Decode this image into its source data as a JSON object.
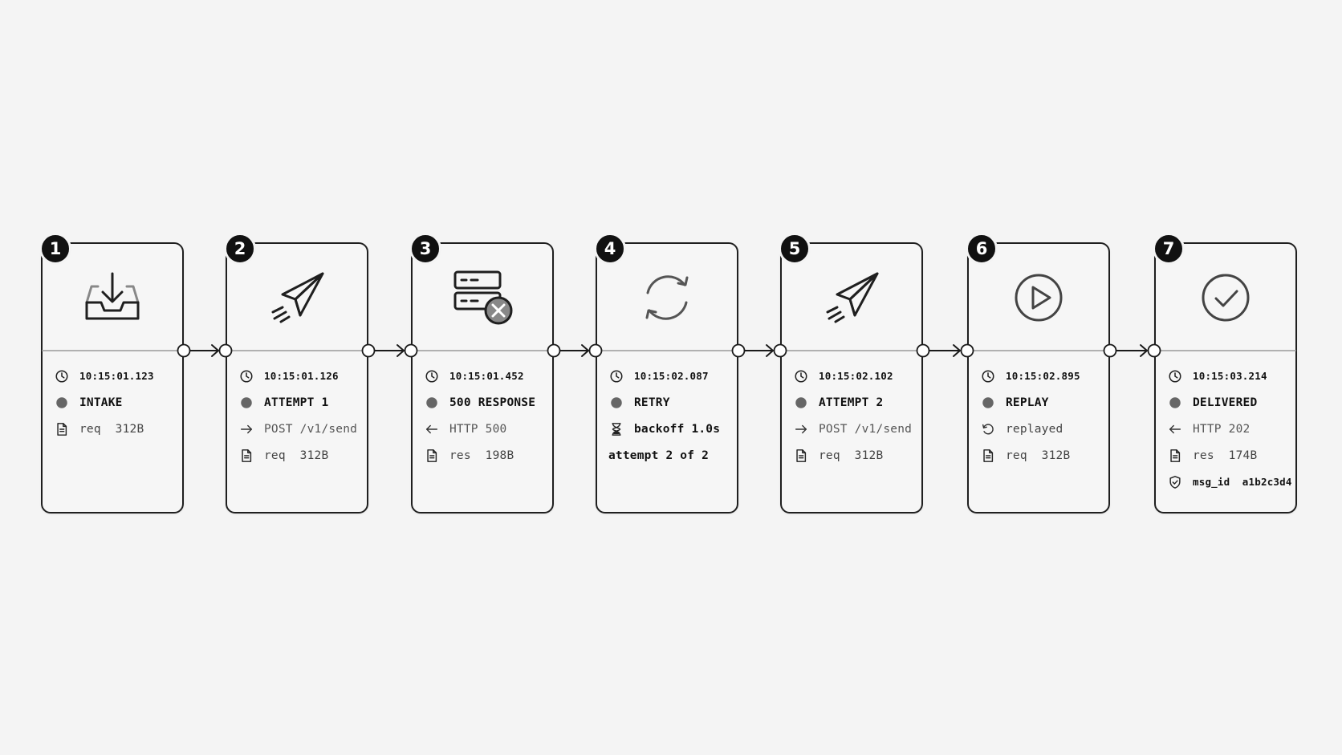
{
  "steps": [
    {
      "number": "1",
      "icon": "inbox-download-icon",
      "rows": [
        {
          "icon": "clock-icon",
          "text": "10:15:01.123",
          "style": "small"
        },
        {
          "icon": "status-dot-icon",
          "text": "INTAKE",
          "style": "label"
        },
        {
          "icon": "document-icon",
          "text": "req  312B",
          "style": "plain"
        }
      ]
    },
    {
      "number": "2",
      "icon": "paper-plane-icon",
      "rows": [
        {
          "icon": "clock-icon",
          "text": "10:15:01.126",
          "style": "small"
        },
        {
          "icon": "status-dot-icon",
          "text": "ATTEMPT 1",
          "style": "label"
        },
        {
          "icon": "arrow-right-icon",
          "text": "POST /v1/send",
          "style": "gray"
        },
        {
          "icon": "document-icon",
          "text": "req  312B",
          "style": "plain"
        }
      ]
    },
    {
      "number": "3",
      "icon": "server-error-icon",
      "rows": [
        {
          "icon": "clock-icon",
          "text": "10:15:01.452",
          "style": "small"
        },
        {
          "icon": "status-dot-icon",
          "text": "500 RESPONSE",
          "style": "label"
        },
        {
          "icon": "arrow-left-icon",
          "text": "HTTP 500",
          "style": "gray"
        },
        {
          "icon": "document-icon",
          "text": "res  198B",
          "style": "plain"
        }
      ]
    },
    {
      "number": "4",
      "icon": "refresh-icon",
      "rows": [
        {
          "icon": "clock-icon",
          "text": "10:15:02.087",
          "style": "small"
        },
        {
          "icon": "status-dot-icon",
          "text": "RETRY",
          "style": "label"
        },
        {
          "icon": "hourglass-icon",
          "text": "backoff 1.0s",
          "style": "strong"
        },
        {
          "icon": "",
          "text": "attempt 2 of 2",
          "style": "strong"
        }
      ]
    },
    {
      "number": "5",
      "icon": "paper-plane-icon",
      "rows": [
        {
          "icon": "clock-icon",
          "text": "10:15:02.102",
          "style": "small"
        },
        {
          "icon": "status-dot-icon",
          "text": "ATTEMPT 2",
          "style": "label"
        },
        {
          "icon": "arrow-right-icon",
          "text": "POST /v1/send",
          "style": "gray"
        },
        {
          "icon": "document-icon",
          "text": "req  312B",
          "style": "plain"
        }
      ]
    },
    {
      "number": "6",
      "icon": "play-circle-icon",
      "rows": [
        {
          "icon": "clock-icon",
          "text": "10:15:02.895",
          "style": "small"
        },
        {
          "icon": "status-dot-icon",
          "text": "REPLAY",
          "style": "label"
        },
        {
          "icon": "replay-icon",
          "text": "replayed",
          "style": "plain"
        },
        {
          "icon": "document-icon",
          "text": "req  312B",
          "style": "plain"
        }
      ]
    },
    {
      "number": "7",
      "icon": "check-circle-icon",
      "rows": [
        {
          "icon": "clock-icon",
          "text": "10:15:03.214",
          "style": "small"
        },
        {
          "icon": "status-dot-icon",
          "text": "DELIVERED",
          "style": "label"
        },
        {
          "icon": "arrow-left-icon",
          "text": "HTTP 202",
          "style": "gray"
        },
        {
          "icon": "document-icon",
          "text": "res  174B",
          "style": "plain"
        },
        {
          "icon": "shield-check-icon",
          "text": "msg_id  a1b2c3d4",
          "style": "small"
        }
      ]
    }
  ],
  "colors": {
    "background": "#f4f4f4",
    "ink": "#1a1a1a",
    "status_dot": "#666666",
    "divider": "#9a9a9a"
  }
}
